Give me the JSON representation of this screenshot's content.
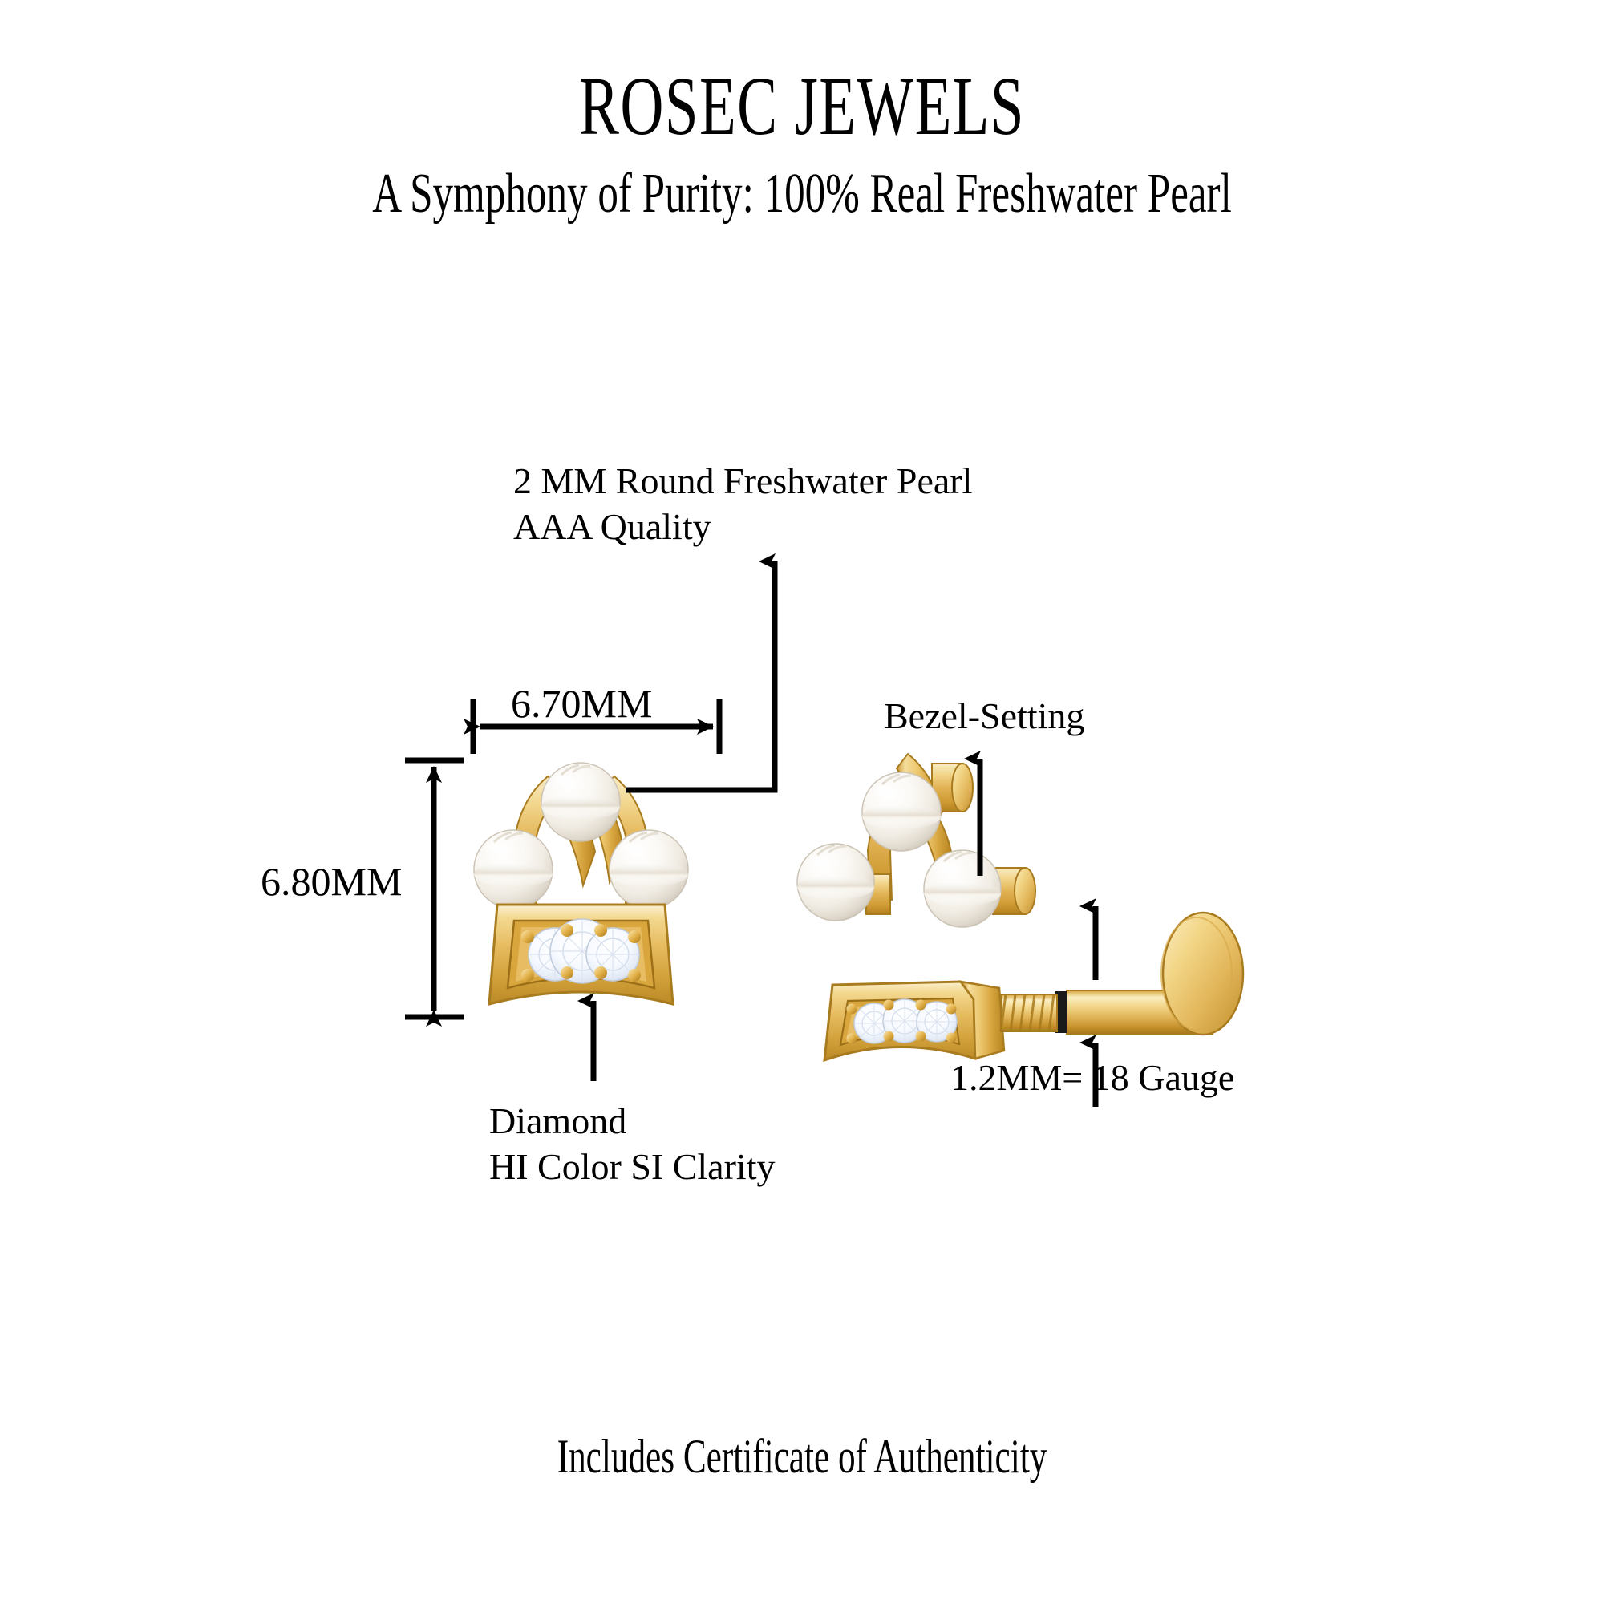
{
  "page": {
    "background": "#ffffff",
    "brand_title": "ROSEC JEWELS",
    "brand_subtitle": "A Symphony of Purity: 100% Real Freshwater Pearl",
    "footer_note": "Includes Certificate of Authenticity"
  },
  "colors": {
    "ink": "#000000",
    "gold_light": "#f7e6bb",
    "gold_mid": "#e8bf60",
    "gold_deep": "#c9952f",
    "gold_shadow": "#a87a20",
    "pearl_light": "#ffffff",
    "pearl_mid": "#f3efe8",
    "pearl_shadow": "#d9d2c6",
    "diamond_fill": "#fbfcff",
    "diamond_edge": "#cdd6e4"
  },
  "annotations": {
    "pearl": {
      "line1": "2 MM Round Freshwater Pearl",
      "line2": "AAA Quality",
      "text": "2 MM Round Freshwater Pearl\nAAA Quality"
    },
    "bezel": {
      "text": "Bezel-Setting"
    },
    "diamond": {
      "line1": "Diamond",
      "line2": "HI Color SI Clarity",
      "text": "Diamond\nHI Color SI Clarity"
    },
    "gauge": {
      "text": "1.2MM= 18 Gauge"
    }
  },
  "dimensions": {
    "width": {
      "label": "6.70MM",
      "value": 6.7,
      "unit": "MM",
      "orientation": "horizontal"
    },
    "height": {
      "label": "6.80MM",
      "value": 6.8,
      "unit": "MM",
      "orientation": "vertical"
    },
    "post_gauge": {
      "label": "1.2MM= 18 Gauge",
      "value": 1.2,
      "unit": "MM",
      "gauge": 18,
      "orientation": "vertical"
    }
  },
  "product": {
    "type": "crown-labret-stud-earring",
    "views": [
      {
        "name": "front-view",
        "pearl_count": 3,
        "diamond_count": 3
      },
      {
        "name": "angled-view-with-post",
        "pearl_count": 3,
        "diamond_count": 3,
        "has_threaded_post": true,
        "has_flat_disc_back": true
      }
    ]
  }
}
